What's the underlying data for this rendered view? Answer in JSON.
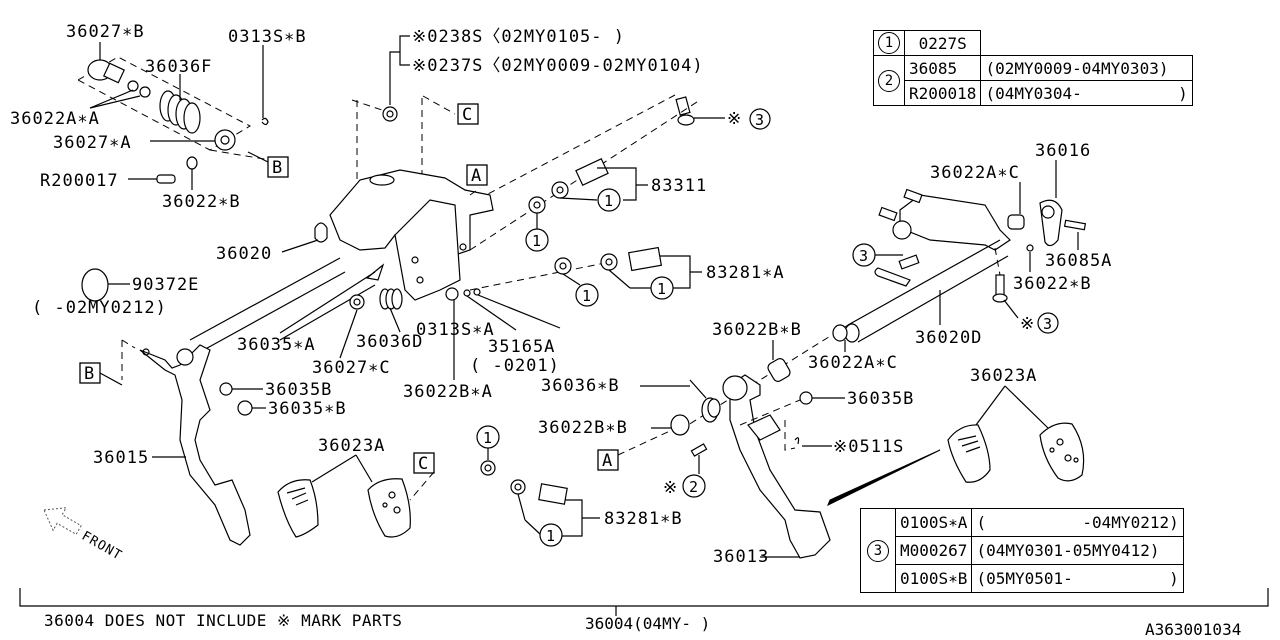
{
  "diagram": {
    "type": "exploded parts diagram",
    "subject": "Clutch / brake pedal assembly",
    "labels": {
      "p36027B": "36027∗B",
      "p36036F": "36036F",
      "p0313SB": "0313S∗B",
      "p36022AA": "36022A∗A",
      "p36027A": "36027∗A",
      "pR200017": "R200017",
      "p36022B_top": "36022∗B",
      "p0238S": "※0238S〈02MY0105-       )",
      "p0237S": "※0237S〈02MY0009-02MY0104)",
      "refC_top": "C",
      "refB_top": "B",
      "refA_top": "A",
      "star3_top": "※",
      "c3": "3",
      "p83311": "83311",
      "p36020": "36020",
      "p83281A": "83281∗A",
      "p90372E": "90372E",
      "p90372E_range": "(    -02MY0212)",
      "p36035A": "36035∗A",
      "p36036D": "36036D",
      "p0313SA": "0313S∗A",
      "p35165A": "35165A",
      "p35165A_range": "(    -0201)",
      "p36027C": "36027∗C",
      "p36022BA": "36022B∗A",
      "refB_left": "B",
      "p36035B_left": "36035B",
      "p36035Bstar": "36035∗B",
      "p36015": "36015",
      "p36023A_left": "36023A",
      "refC_bottom": "C",
      "p83281B": "83281∗B",
      "c1": "1",
      "c2": "2",
      "p36016": "36016",
      "p36022AC_top": "36022A∗C",
      "p36085A": "36085A",
      "p36022B_right": "36022∗B",
      "p36020D": "36020D",
      "star3_right": "※",
      "p36022BB_top": "36022B∗B",
      "p36022AC_mid": "36022A∗C",
      "p36036B": "36036∗B",
      "p36035B_right": "36035B",
      "p36022BB_low": "36022B∗B",
      "refA_low": "A",
      "p0511S": "※0511S",
      "star2": "※",
      "p36023A_right": "36023A",
      "p36013": "36013",
      "front": "FRONT"
    }
  },
  "table_top": {
    "rows": [
      {
        "ref": "1",
        "part": "0227S",
        "range": ""
      },
      {
        "ref": "2",
        "part": "36085",
        "range": "(02MY0009-04MY0303)"
      },
      {
        "ref": "",
        "part": "R200018",
        "range": "(04MY0304-          )"
      }
    ]
  },
  "table_bottom": {
    "ref": "3",
    "rows": [
      {
        "part": "0100S∗A",
        "range": "(          -04MY0212)"
      },
      {
        "part": "M000267",
        "range": "(04MY0301-05MY0412)"
      },
      {
        "part": "0100S∗B",
        "range": "(05MY0501-          )"
      }
    ]
  },
  "footer": {
    "note": "36004 DOES NOT INCLUDE ※ MARK PARTS",
    "assembly": "36004(04MY-     )",
    "code": "A363001034"
  }
}
